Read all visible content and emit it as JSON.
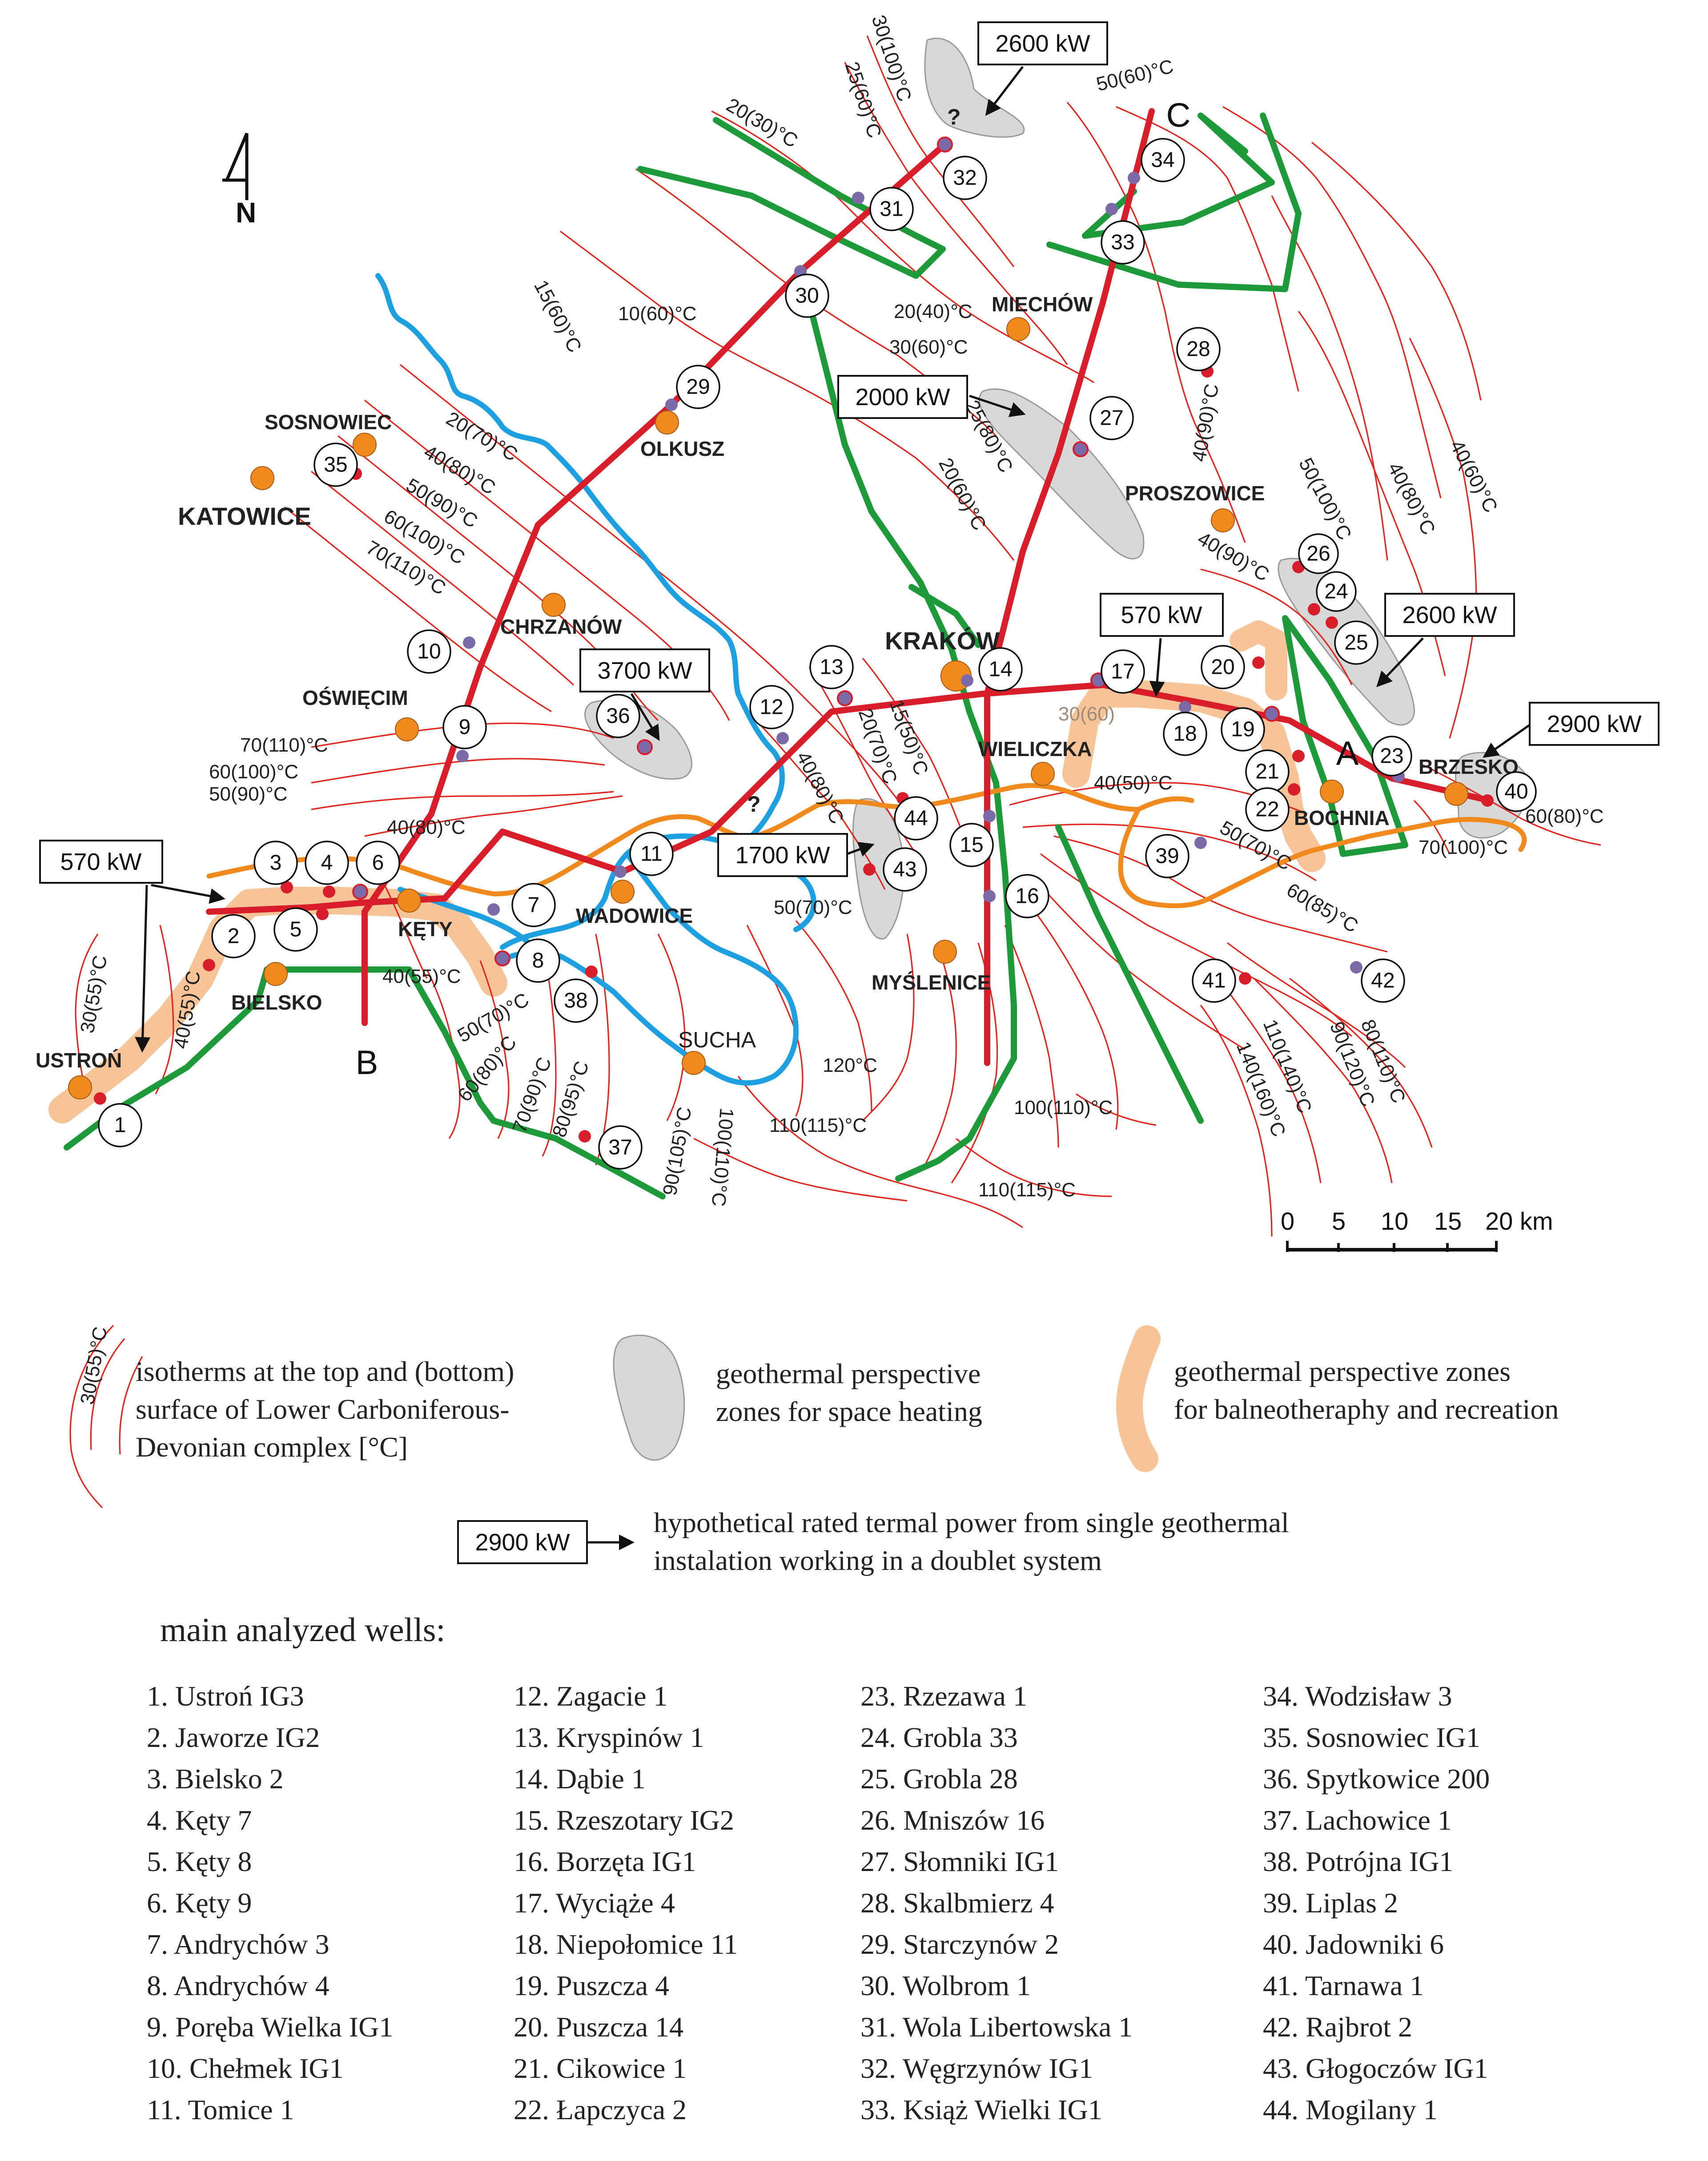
{
  "north_label": "N",
  "cities": [
    {
      "name": "SOSNOWIEC"
    },
    {
      "name": "KATOWICE"
    },
    {
      "name": "OLKUSZ"
    },
    {
      "name": "MIECHÓW"
    },
    {
      "name": "PROSZOWICE"
    },
    {
      "name": "CHRZANÓW"
    },
    {
      "name": "OŚWIĘCIM"
    },
    {
      "name": "KRAKÓW"
    },
    {
      "name": "WIELICZKA"
    },
    {
      "name": "BRZESKO"
    },
    {
      "name": "BOCHNIA"
    },
    {
      "name": "KĘTY"
    },
    {
      "name": "WADOWICE"
    },
    {
      "name": "BIELSKO"
    },
    {
      "name": "USTROŃ"
    },
    {
      "name": "SUCHA"
    },
    {
      "name": "MYŚLENICE"
    }
  ],
  "isotherm_labels": [
    "30(100)°C",
    "25(60)°C",
    "20(30)°C",
    "50(60)°C",
    "15(60)°C",
    "10(60)°C",
    "20(40)°C",
    "30(60)°C",
    "25(80)°C",
    "20(60)°C",
    "40(90)°C",
    "50(100)°C",
    "40(80)°C",
    "40(60)°C",
    "40(90)°C",
    "20(70)°C",
    "40(80)°C",
    "50(90)°C",
    "60(100)°C",
    "70(110)°C",
    "70(110)°C",
    "60(100)°C",
    "50(90)°C",
    "40(80)°C",
    "20(70)°C",
    "15(50)°C",
    "40(80)°C",
    "30(60)",
    "40(50)°C",
    "60(80)°C",
    "70(100)°C",
    "50(70)°C",
    "60(85)°C",
    "50(70)°C",
    "40(55)°C",
    "40(55)°C",
    "30(55)°C",
    "50(70)°C",
    "60(80)°C",
    "70(90)°C",
    "80(95)°C",
    "90(105)°C",
    "100(110)°C",
    "110(115)°C",
    "120°C",
    "100(110)°C",
    "110(115)°C",
    "110(140)°C",
    "140(160)°C",
    "90(120)°C",
    "80(110)°C"
  ],
  "question_marks": [
    "?",
    "?"
  ],
  "power_labels": [
    "2600 kW",
    "2000 kW",
    "570 kW",
    "2600 kW",
    "3700 kW",
    "2900 kW",
    "1700 kW",
    "570 kW"
  ],
  "section_labels": [
    "C",
    "A",
    "B"
  ],
  "well_numbers": [
    "1",
    "2",
    "3",
    "4",
    "5",
    "6",
    "7",
    "8",
    "9",
    "10",
    "11",
    "12",
    "13",
    "14",
    "15",
    "16",
    "17",
    "18",
    "19",
    "20",
    "21",
    "22",
    "23",
    "24",
    "25",
    "26",
    "27",
    "28",
    "29",
    "30",
    "31",
    "32",
    "33",
    "34",
    "35",
    "36",
    "37",
    "38",
    "39",
    "40",
    "41",
    "42",
    "43",
    "44"
  ],
  "scale_bar": {
    "ticks": [
      "0",
      "5",
      "10",
      "15",
      "20 km"
    ]
  },
  "legend": {
    "isotherm_sample": "30(55)°C",
    "isotherm_text": [
      "isotherms at the top and (bottom)",
      "surface of Lower Carboniferous-",
      "Devonian complex [°C]"
    ],
    "heating_text": [
      "geothermal perspective",
      "zones for space heating"
    ],
    "balneo_text": [
      "geothermal perspective zones",
      "for balneotheraphy and recreation"
    ],
    "power_sample": "2900 kW",
    "power_text": [
      "hypothetical rated termal power from single geothermal",
      "instalation working in a doublet system"
    ]
  },
  "wells_heading": "main analyzed wells:",
  "wells": [
    "1. Ustroń IG3",
    "2. Jaworze IG2",
    "3. Bielsko 2",
    "4. Kęty 7",
    "5. Kęty 8",
    "6. Kęty 9",
    "7. Andrychów 3",
    "8. Andrychów 4",
    "9. Poręba Wielka IG1",
    "10. Chełmek IG1",
    "11. Tomice 1",
    "12. Zagacie 1",
    "13. Kryspinów 1",
    "14. Dąbie 1",
    "15. Rzeszotary IG2",
    "16. Borzęta IG1",
    "17. Wyciąże 4",
    "18. Niepołomice 11",
    "19. Puszcza 4",
    "20. Puszcza 14",
    "21. Cikowice 1",
    "22. Łapczyca 2",
    "23. Rzezawa 1",
    "24. Grobla 33",
    "25. Grobla 28",
    "26. Mniszów 16",
    "27. Słomniki IG1",
    "28. Skalbmierz 4",
    "29. Starczynów 2",
    "30. Wolbrom 1",
    "31. Wola Libertowska 1",
    "32. Węgrzynów IG1",
    "33. Książ Wielki IG1",
    "34. Wodzisław 3",
    "35. Sosnowiec IG1",
    "36. Spytkowice 200",
    "37. Lachowice 1",
    "38. Potrójna IG1",
    "39. Liplas 2",
    "40. Jadowniki 6",
    "41. Tarnawa 1",
    "42. Rajbrot 2",
    "43. Głogoczów IG1",
    "44. Mogilany 1"
  ],
  "colors": {
    "isotherm": "#e0261f",
    "section_line": "#d81e2a",
    "fault_line": "#1e9a3a",
    "river": "#1ea0e0",
    "boundary": "#f08a1e",
    "balneo_zone": "#f7c497",
    "heating_zone": "#d8d8d8",
    "city_dot": "#f08a1e",
    "well_dot_red": "#d81e2a",
    "well_dot_purple": "#7a6aa8"
  }
}
